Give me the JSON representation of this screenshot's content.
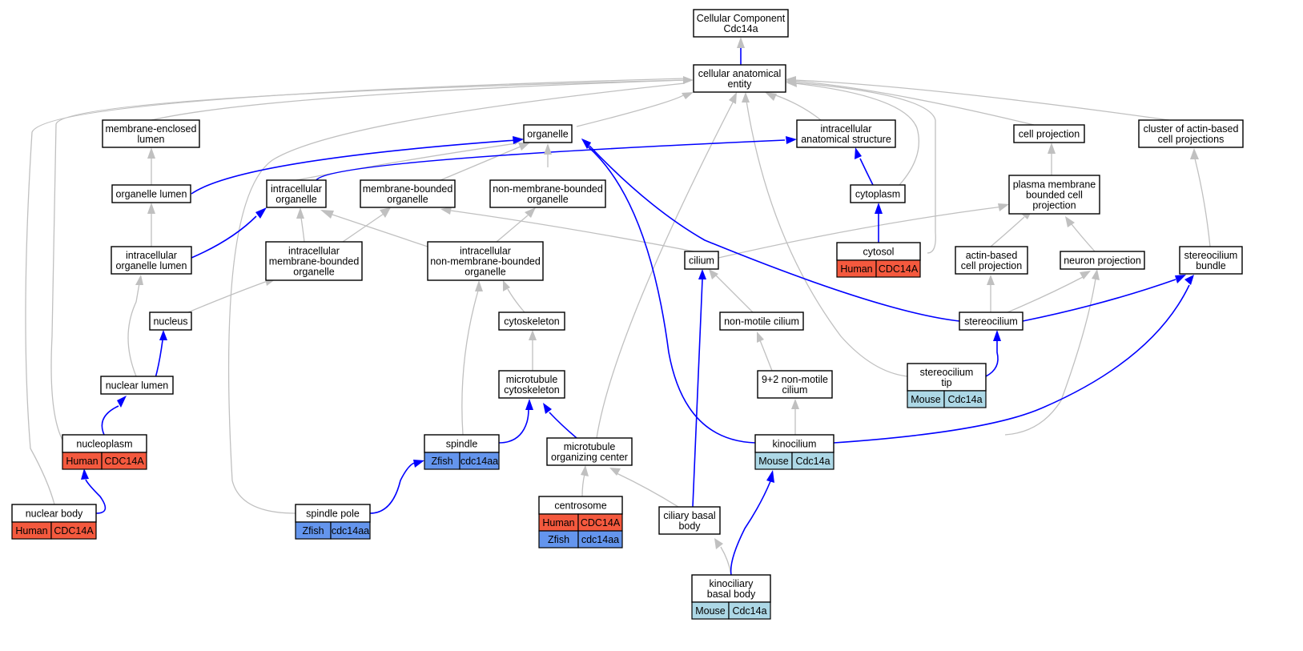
{
  "colors": {
    "human": "#f4593e",
    "zfish": "#6495ed",
    "mouse": "#add8e6",
    "is_a_edge": "#c0c0c0",
    "part_of_edge": "#0000ff"
  },
  "nodes": {
    "root": [
      "Cellular Component",
      "Cdc14a"
    ],
    "cae": [
      "cellular anatomical",
      "entity"
    ],
    "mel": [
      "membrane-enclosed",
      "lumen"
    ],
    "org": [
      "organelle"
    ],
    "ias": [
      "intracellular",
      "anatomical structure"
    ],
    "cproj": [
      "cell projection"
    ],
    "cluster": [
      "cluster of actin-based",
      "cell projections"
    ],
    "olumen": [
      "organelle lumen"
    ],
    "iorg": [
      "intracellular",
      "organelle"
    ],
    "mbo": [
      "membrane-bounded",
      "organelle"
    ],
    "nmbo": [
      "non-membrane-bounded",
      "organelle"
    ],
    "cytoplasm": [
      "cytoplasm"
    ],
    "pmbcp": [
      "plasma membrane",
      "bounded cell",
      "projection"
    ],
    "iol": [
      "intracellular",
      "organelle lumen"
    ],
    "imbo": [
      "intracellular",
      "membrane-bounded",
      "organelle"
    ],
    "inmbo": [
      "intracellular",
      "non-membrane-bounded",
      "organelle"
    ],
    "cilium": [
      "cilium"
    ],
    "cytosol": [
      "cytosol"
    ],
    "abcp": [
      "actin-based",
      "cell projection"
    ],
    "neuron": [
      "neuron projection"
    ],
    "sbundle": [
      "stereocilium",
      "bundle"
    ],
    "nucleus": [
      "nucleus"
    ],
    "cytosk": [
      "cytoskeleton"
    ],
    "nmc": [
      "non-motile cilium"
    ],
    "stereocilium": [
      "stereocilium"
    ],
    "stip": [
      "stereocilium",
      "tip"
    ],
    "nlumen": [
      "nuclear lumen"
    ],
    "mtc": [
      "microtubule",
      "cytoskeleton"
    ],
    "nine2": [
      "9+2 non-motile",
      "cilium"
    ],
    "nucleoplasm": [
      "nucleoplasm"
    ],
    "spindle": [
      "spindle"
    ],
    "mtoc": [
      "microtubule",
      "organizing center"
    ],
    "kinocilium": [
      "kinocilium"
    ],
    "nbody": [
      "nuclear body"
    ],
    "spole": [
      "spindle pole"
    ],
    "centrosome": [
      "centrosome"
    ],
    "cbb": [
      "ciliary basal",
      "body"
    ],
    "kbb": [
      "kinociliary",
      "basal body"
    ]
  },
  "annotations": {
    "cytosol": [
      [
        "human",
        "Human",
        "CDC14A"
      ]
    ],
    "stip": [
      [
        "mouse",
        "Mouse",
        "Cdc14a"
      ]
    ],
    "nucleoplasm": [
      [
        "human",
        "Human",
        "CDC14A"
      ]
    ],
    "spindle": [
      [
        "zfish",
        "Zfish",
        "cdc14aa"
      ]
    ],
    "kinocilium": [
      [
        "mouse",
        "Mouse",
        "Cdc14a"
      ]
    ],
    "nbody": [
      [
        "human",
        "Human",
        "CDC14A"
      ]
    ],
    "spole": [
      [
        "zfish",
        "Zfish",
        "cdc14aa"
      ]
    ],
    "centrosome": [
      [
        "human",
        "Human",
        "CDC14A"
      ],
      [
        "zfish",
        "Zfish",
        "cdc14aa"
      ]
    ],
    "kbb": [
      [
        "mouse",
        "Mouse",
        "Cdc14a"
      ]
    ]
  }
}
